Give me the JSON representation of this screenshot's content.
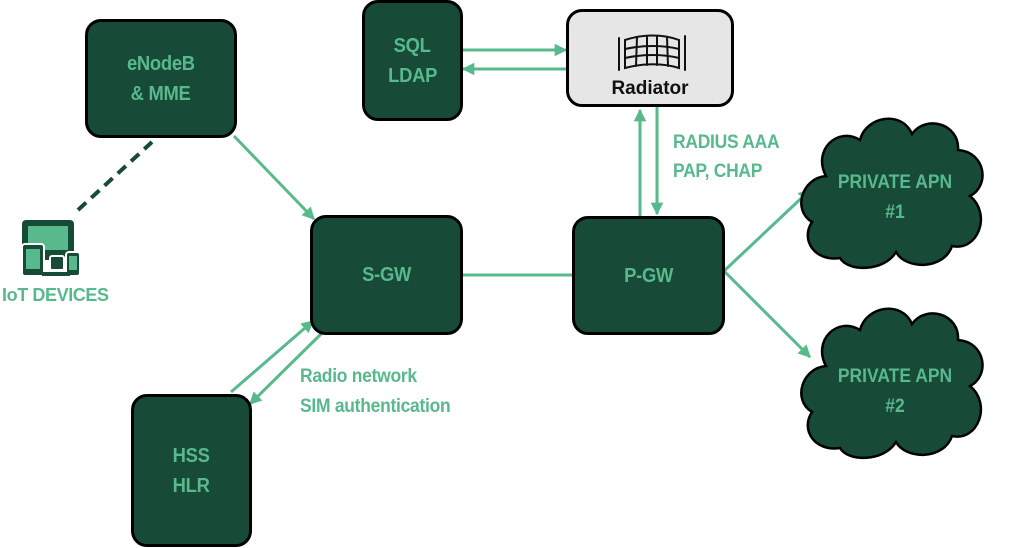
{
  "colors": {
    "node_fill": "#174a37",
    "node_text": "#58b98c",
    "arrow": "#58b98c",
    "radiator_fill": "#e6e6e6"
  },
  "nodes": {
    "enodeb_mme": [
      "eNodeB",
      "& MME"
    ],
    "sql_ldap": [
      "SQL",
      "LDAP"
    ],
    "s_gw": "S-GW",
    "p_gw": "P-GW",
    "hss_hlr": [
      "HSS",
      "HLR"
    ],
    "radiator": "Radiator"
  },
  "clouds": [
    {
      "line1": "PRIVATE APN",
      "line2": "#1"
    },
    {
      "line1": "PRIVATE APN",
      "line2": "#2"
    }
  ],
  "labels": {
    "radius": [
      "RADIUS AAA",
      "PAP, CHAP"
    ],
    "radio": [
      "Radio network",
      "SIM authentication"
    ],
    "iot_devices": "IoT DEVICES"
  },
  "icons": {
    "iot": "iot-devices-icon",
    "radiator_logo": "radiator-logo-icon"
  }
}
